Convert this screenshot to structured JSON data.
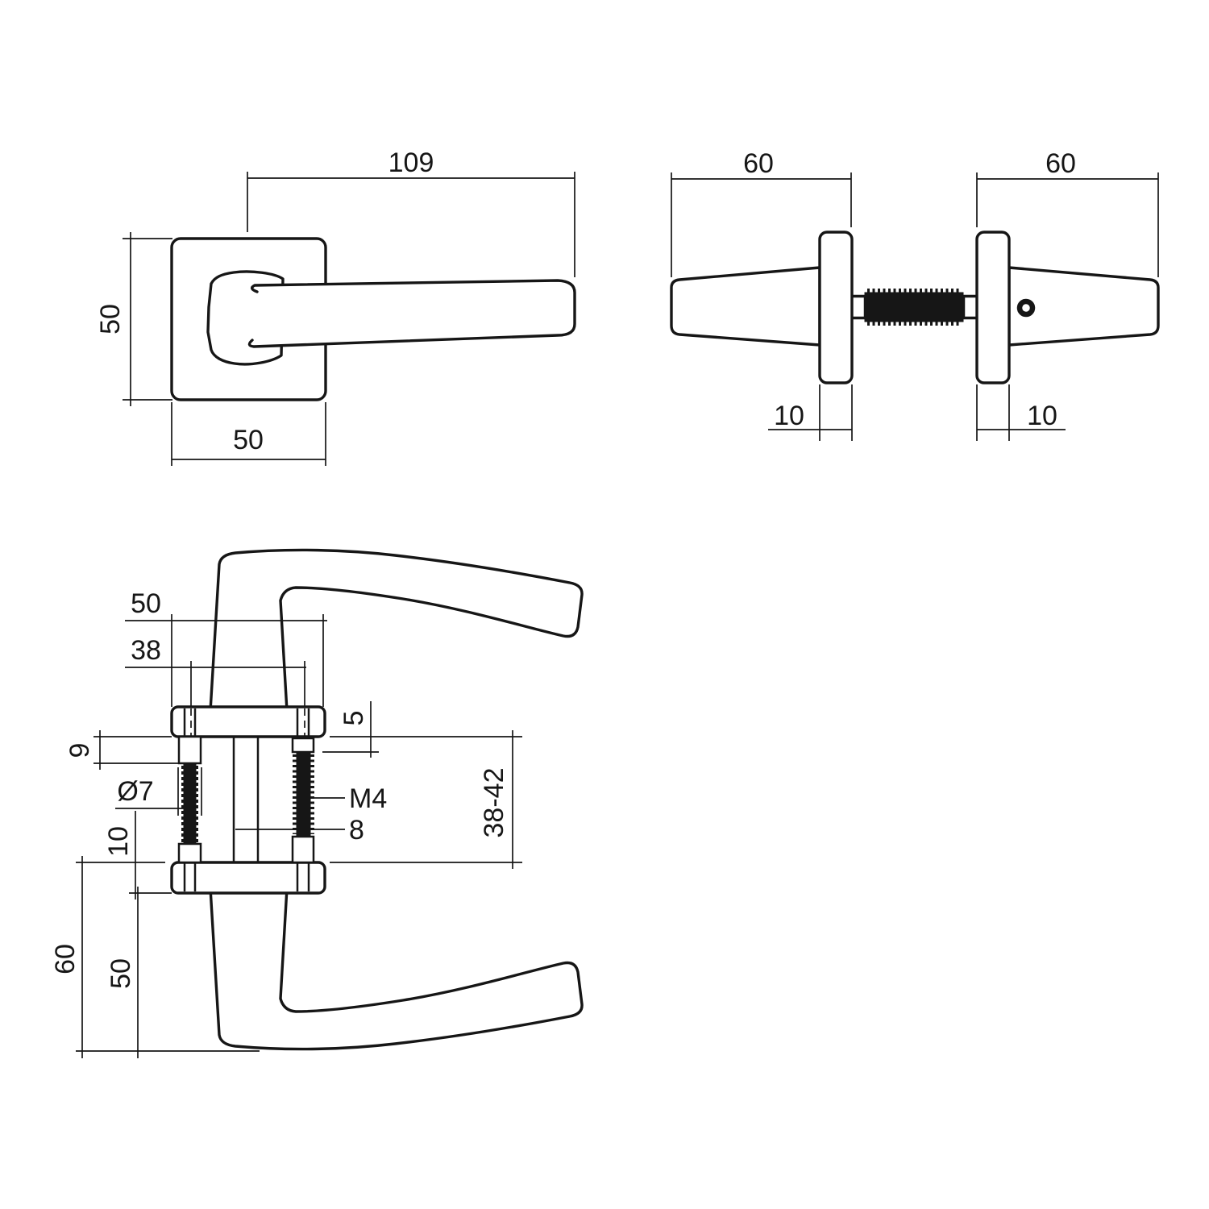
{
  "page": {
    "background_color": "#ffffff",
    "line_color": "#161616"
  },
  "front_view": {
    "dim_handle_length": "109",
    "dim_rose_height": "50",
    "dim_rose_width": "50"
  },
  "side_view": {
    "dim_projection_left": "60",
    "dim_projection_right": "60",
    "dim_rose_thickness_left": "10",
    "dim_rose_thickness_right": "10"
  },
  "section_view": {
    "dim_rose_width": "50",
    "dim_screw_spacing": "38",
    "dim_screw_head_height": "5",
    "dim_bushing_height": "9",
    "dim_sleeve_diameter": "Ø7",
    "dim_screw_thread": "M4",
    "dim_spindle_size": "8",
    "dim_door_thickness_range": "38-42",
    "dim_rose_thickness": "10",
    "dim_handle_projection": "60",
    "dim_lever_offset": "50"
  }
}
